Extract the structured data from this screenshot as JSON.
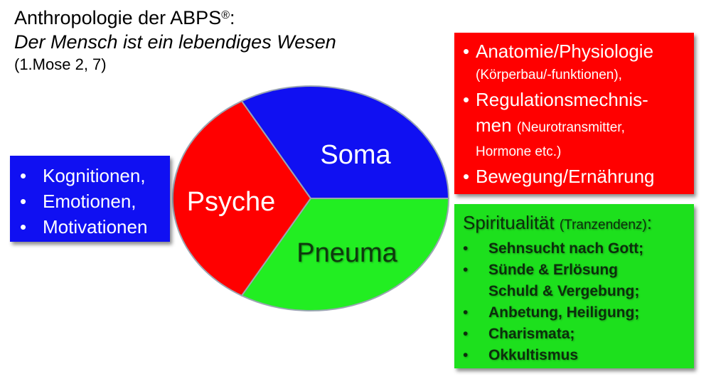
{
  "title": {
    "line1": "Anthropologie der ABPS",
    "line1_sup": "®",
    "line1_suffix": ":",
    "line2": "Der Mensch ist ein lebendiges Wesen",
    "line3": "(1.Mose 2, 7)"
  },
  "pie": {
    "segments": [
      {
        "label": "Soma",
        "color": "#ff0000",
        "start_deg": 120,
        "end_deg": 240
      },
      {
        "label": "Pneuma",
        "color": "#22ee22",
        "start_deg": 240,
        "end_deg": 360
      },
      {
        "label": "Psyche",
        "color": "#1010f2",
        "start_deg": 0,
        "end_deg": 120
      }
    ],
    "label_colors": {
      "Soma": "#ffffff",
      "Psyche": "#ffffff",
      "Pneuma": "#0e3a0e"
    }
  },
  "psyche_box": {
    "bullet": "•",
    "items": [
      "Kognitionen,",
      "Emotionen,",
      "Motivationen"
    ]
  },
  "soma_box": {
    "bullet": "•",
    "item1": "Anatomie/Physiologie",
    "item1_sub": "(Körperbau/-funktionen),",
    "item2": "Regulationsmechnis-",
    "item2_cont": "men",
    "item2_sub": "(Neurotransmitter,",
    "item2_sub2": "Hormone etc.)",
    "item3": "Bewegung/Ernährung"
  },
  "pneuma_box": {
    "heading": "Spiritualität",
    "heading_sub": "(Tranzendenz)",
    "heading_suffix": ":",
    "bullet": "•",
    "items": [
      "Sehnsucht nach Gott;",
      "Sünde & Erlösung",
      "Anbetung, Heiligung;",
      "Charismata;",
      "Okkultismus"
    ],
    "item2_cont": "Schuld & Vergebung;"
  },
  "colors": {
    "blue": "#1010f2",
    "red": "#ff0000",
    "green": "#1de01d"
  }
}
